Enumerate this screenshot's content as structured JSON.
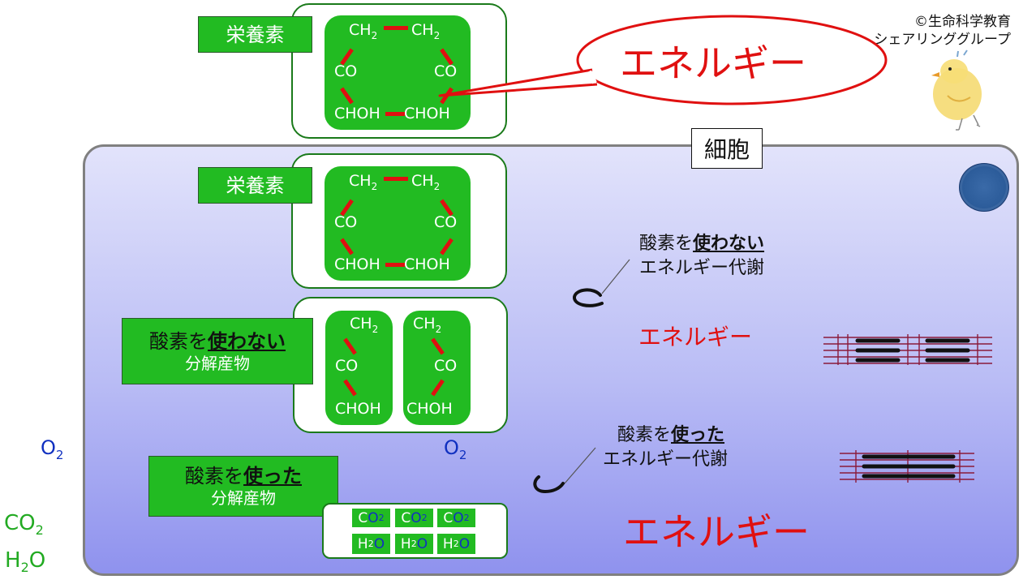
{
  "copyright": [
    "©生命科学教育",
    "シェアリンググループ"
  ],
  "cell_label": "細胞",
  "nutrient_label": "栄養素",
  "energy_word": "エネルギー",
  "molecule": {
    "ch2": "CH",
    "co": "CO",
    "choh": "CHOH",
    "sub2": "2"
  },
  "anaerobic_product": {
    "prefix": "酸素を",
    "emph": "使わない",
    "line2": "分解産物"
  },
  "aerobic_product": {
    "prefix": "酸素を",
    "emph": "使った",
    "line2": "分解産物"
  },
  "anaerobic_metabolism": {
    "prefix": "酸素を",
    "emph": "使わない",
    "line2": "エネルギー代謝"
  },
  "aerobic_metabolism": {
    "prefix": "酸素を",
    "emph": "使った",
    "line2": "エネルギー代謝"
  },
  "small_molecules": {
    "o": "O",
    "c": "C",
    "h": "H",
    "sub2": "2"
  },
  "colors": {
    "nutrient_green": "#22bb22",
    "bond_red": "#e01010",
    "oxygen_blue": "#1030c0",
    "co2_green": "#22aa22",
    "cell_border": "#808080",
    "muscle_maroon": "#8a1a3a"
  },
  "icons": [
    "chick-mascot-icon",
    "nucleus-icon",
    "mitochondrion-icon",
    "muscle-fiber-icon"
  ]
}
